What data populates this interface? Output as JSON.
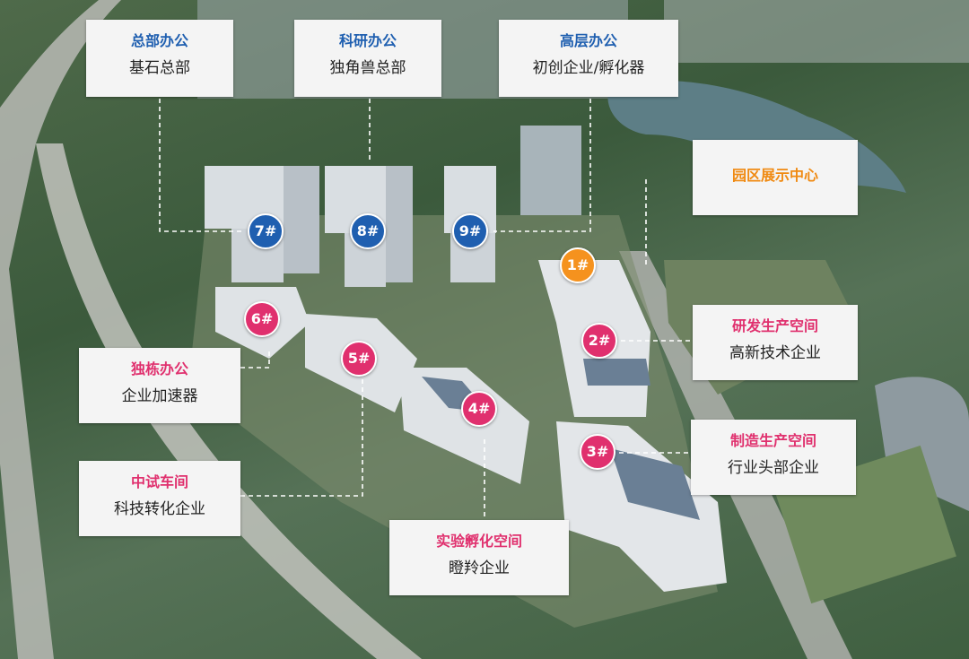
{
  "cards": {
    "hq": {
      "title": "总部办公",
      "subtitle": "基石总部"
    },
    "research": {
      "title": "科研办公",
      "subtitle": "独角兽总部"
    },
    "highrise": {
      "title": "高层办公",
      "subtitle": "初创企业/孵化器"
    },
    "showcase": {
      "title": "园区展示中心",
      "subtitle": ""
    },
    "rd_production": {
      "title": "研发生产空间",
      "subtitle": "高新技术企业"
    },
    "standalone": {
      "title": "独栋办公",
      "subtitle": "企业加速器"
    },
    "manufacturing": {
      "title": "制造生产空间",
      "subtitle": "行业头部企业"
    },
    "pilot": {
      "title": "中试车间",
      "subtitle": "科技转化企业"
    },
    "lab_incubator": {
      "title": "实验孵化空间",
      "subtitle": "瞪羚企业"
    }
  },
  "badges": {
    "b1": "1#",
    "b2": "2#",
    "b3": "3#",
    "b4": "4#",
    "b5": "5#",
    "b6": "6#",
    "b7": "7#",
    "b8": "8#",
    "b9": "9#"
  },
  "colors": {
    "blue": "#1f5fb0",
    "pink": "#e0306e",
    "orange": "#f5921e"
  }
}
